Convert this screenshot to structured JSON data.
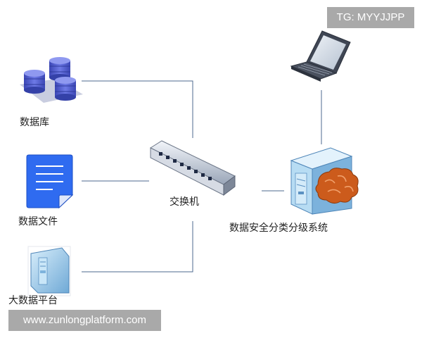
{
  "watermark": {
    "tag": "TG: MYYJJPP",
    "url": "www.zunlongplatform.com"
  },
  "nodes": {
    "database": "数据库",
    "data_file": "数据文件",
    "big_data_platform": "大数据平台",
    "switch": "交换机",
    "classification_system": "数据安全分类分级系统"
  },
  "colors": {
    "line": "#4d6a8f",
    "db_blue": "#4a57c8",
    "doc_blue": "#2f6bf0",
    "server_blue": "#9fd0ef",
    "brain_orange": "#cc5b1c",
    "tag_gray": "#a9a9a9"
  },
  "icons": [
    "database-icon",
    "document-icon",
    "server-icon",
    "switch-icon",
    "laptop-icon",
    "brain-icon"
  ]
}
